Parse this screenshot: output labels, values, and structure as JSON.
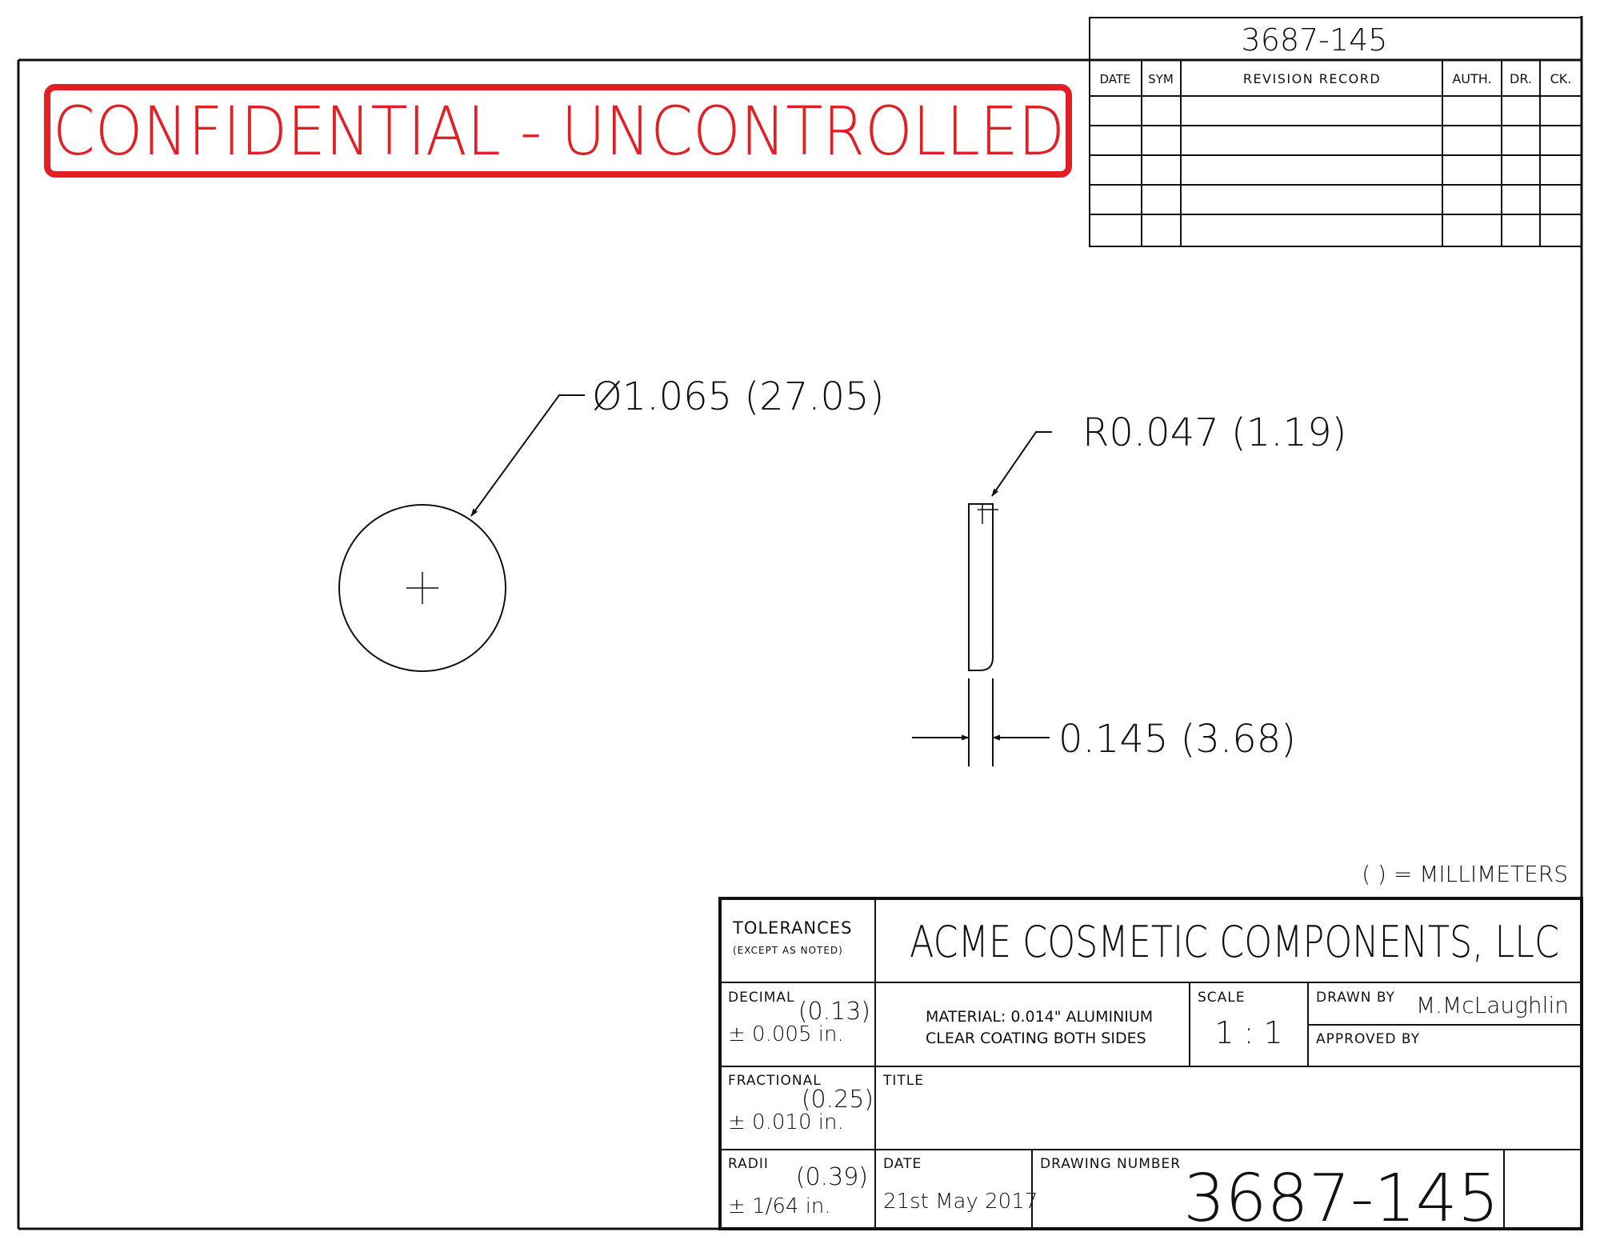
{
  "drawing_number_top": "3687-145",
  "watermark": {
    "text": "CONFIDENTIAL - UNCONTROLLED",
    "color": "#e31e24"
  },
  "revision_table": {
    "headers": {
      "date": "DATE",
      "sym": "SYM",
      "record": "REVISION RECORD",
      "auth": "AUTH.",
      "dr": "DR.",
      "ck": "CK."
    },
    "row_count": 5
  },
  "dimensions": {
    "diameter": "Ø1.065 (27.05)",
    "radius": "R0.047 (1.19)",
    "thickness": "0.145 (3.68)",
    "units_note": "( ) = MILLIMETERS"
  },
  "title_block": {
    "tolerances": {
      "label": "TOLERANCES",
      "sublabel": "(EXCEPT AS NOTED)"
    },
    "company": "ACME COSMETIC COMPONENTS, LLC",
    "decimal": {
      "label": "DECIMAL",
      "mm": "(0.13)",
      "value": "± 0.005 in."
    },
    "fractional": {
      "label": "FRACTIONAL",
      "mm": "(0.25)",
      "value": "± 0.010 in."
    },
    "radii": {
      "label": "RADII",
      "mm": "(0.39)",
      "value": "± 1/64 in."
    },
    "material_line1": "MATERIAL: 0.014\" ALUMINIUM",
    "material_line2": "CLEAR COATING BOTH SIDES",
    "scale": {
      "label": "SCALE",
      "value": "1 : 1"
    },
    "drawn_by": {
      "label": "DRAWN BY",
      "value": "M.McLaughlin"
    },
    "approved_by": {
      "label": "APPROVED BY",
      "value": ""
    },
    "title": {
      "label": "TITLE",
      "value": ""
    },
    "date": {
      "label": "DATE",
      "value": "21st May 2017"
    },
    "drawing_number": {
      "label": "DRAWING NUMBER",
      "value": "3687-145"
    }
  },
  "colors": {
    "line": "#111111",
    "watermark": "#e31e24",
    "paper": "#ffffff"
  }
}
